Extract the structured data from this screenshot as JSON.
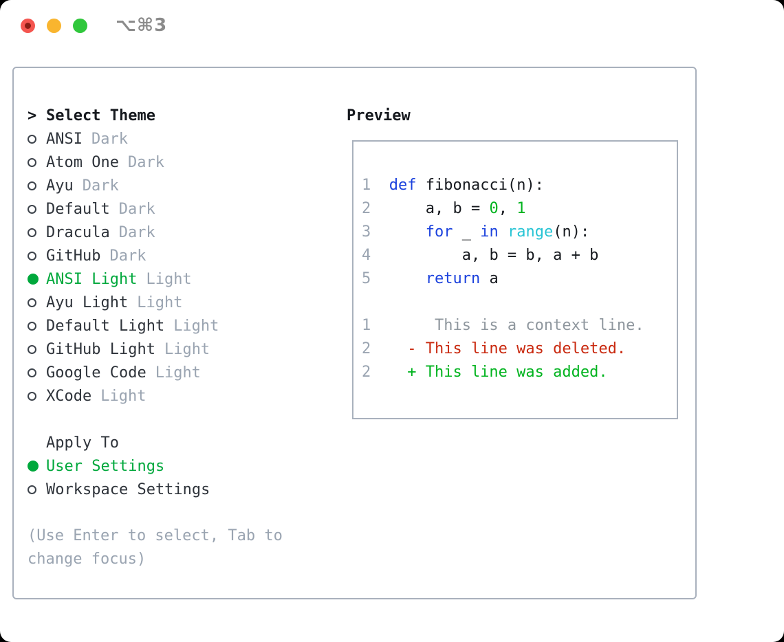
{
  "colors": {
    "text": "#16191e",
    "list_text": "#2e333a",
    "muted": "#9aa4b1",
    "ctx_gray": "#8f979e",
    "green_select": "#00a83c",
    "green_code": "#00b31e",
    "blue": "#1c42dd",
    "cyan": "#27c4d4",
    "red": "#c9290f",
    "border": "#a9b1bd",
    "title_gray": "#8b8b8b",
    "tl_red": "#f4554f",
    "tl_red_dot": "#8a1d14",
    "tl_yellow": "#f9b52f",
    "tl_green": "#30c73c"
  },
  "window": {
    "title": "⌥⌘3"
  },
  "theme_picker": {
    "prompt": ">",
    "title": "Select Theme",
    "items": [
      {
        "name": "ANSI",
        "badge": "Dark",
        "selected": false
      },
      {
        "name": "Atom One",
        "badge": "Dark",
        "selected": false
      },
      {
        "name": "Ayu",
        "badge": "Dark",
        "selected": false
      },
      {
        "name": "Default",
        "badge": "Dark",
        "selected": false
      },
      {
        "name": "Dracula",
        "badge": "Dark",
        "selected": false
      },
      {
        "name": "GitHub",
        "badge": "Dark",
        "selected": false
      },
      {
        "name": "ANSI Light",
        "badge": "Light",
        "selected": true
      },
      {
        "name": "Ayu Light",
        "badge": "Light",
        "selected": false
      },
      {
        "name": "Default Light",
        "badge": "Light",
        "selected": false
      },
      {
        "name": "GitHub Light",
        "badge": "Light",
        "selected": false
      },
      {
        "name": "Google Code",
        "badge": "Light",
        "selected": false
      },
      {
        "name": "XCode",
        "badge": "Light",
        "selected": false
      }
    ],
    "apply_to": {
      "label": "Apply To",
      "options": [
        {
          "name": "User Settings",
          "selected": true
        },
        {
          "name": "Workspace Settings",
          "selected": false
        }
      ]
    },
    "hint": {
      "line1": "(Use Enter to select, Tab to",
      "line2": "change focus)"
    }
  },
  "preview": {
    "label": "Preview",
    "code_lines": [
      {
        "tokens": [
          {
            "c": "num",
            "t": "1"
          },
          {
            "c": "sp",
            "t": "  "
          },
          {
            "c": "kw",
            "t": "def"
          },
          {
            "c": "pl",
            "t": " fibonacci(n):"
          }
        ]
      },
      {
        "tokens": [
          {
            "c": "num",
            "t": "2"
          },
          {
            "c": "sp",
            "t": "  "
          },
          {
            "c": "pl",
            "t": "    a, b = "
          },
          {
            "c": "lit",
            "t": "0"
          },
          {
            "c": "pl",
            "t": ", "
          },
          {
            "c": "lit",
            "t": "1"
          }
        ]
      },
      {
        "tokens": [
          {
            "c": "num",
            "t": "3"
          },
          {
            "c": "sp",
            "t": "  "
          },
          {
            "c": "pl",
            "t": "    "
          },
          {
            "c": "kw",
            "t": "for"
          },
          {
            "c": "pl",
            "t": " _ "
          },
          {
            "c": "kw",
            "t": "in"
          },
          {
            "c": "pl",
            "t": " "
          },
          {
            "c": "fn",
            "t": "range"
          },
          {
            "c": "pl",
            "t": "(n):"
          }
        ]
      },
      {
        "tokens": [
          {
            "c": "num",
            "t": "4"
          },
          {
            "c": "sp",
            "t": "  "
          },
          {
            "c": "pl",
            "t": "        a, b = b, a + b"
          }
        ]
      },
      {
        "tokens": [
          {
            "c": "num",
            "t": "5"
          },
          {
            "c": "sp",
            "t": "  "
          },
          {
            "c": "pl",
            "t": "    "
          },
          {
            "c": "kw",
            "t": "return"
          },
          {
            "c": "pl",
            "t": " a"
          }
        ]
      }
    ],
    "diff_lines": [
      {
        "tokens": [
          {
            "c": "num",
            "t": "1"
          },
          {
            "c": "ctx",
            "t": "       This is a context line."
          }
        ]
      },
      {
        "tokens": [
          {
            "c": "num",
            "t": "2"
          },
          {
            "c": "del",
            "t": "    - This line was deleted."
          }
        ]
      },
      {
        "tokens": [
          {
            "c": "num",
            "t": "2"
          },
          {
            "c": "add",
            "t": "    + This line was added."
          }
        ]
      }
    ]
  }
}
